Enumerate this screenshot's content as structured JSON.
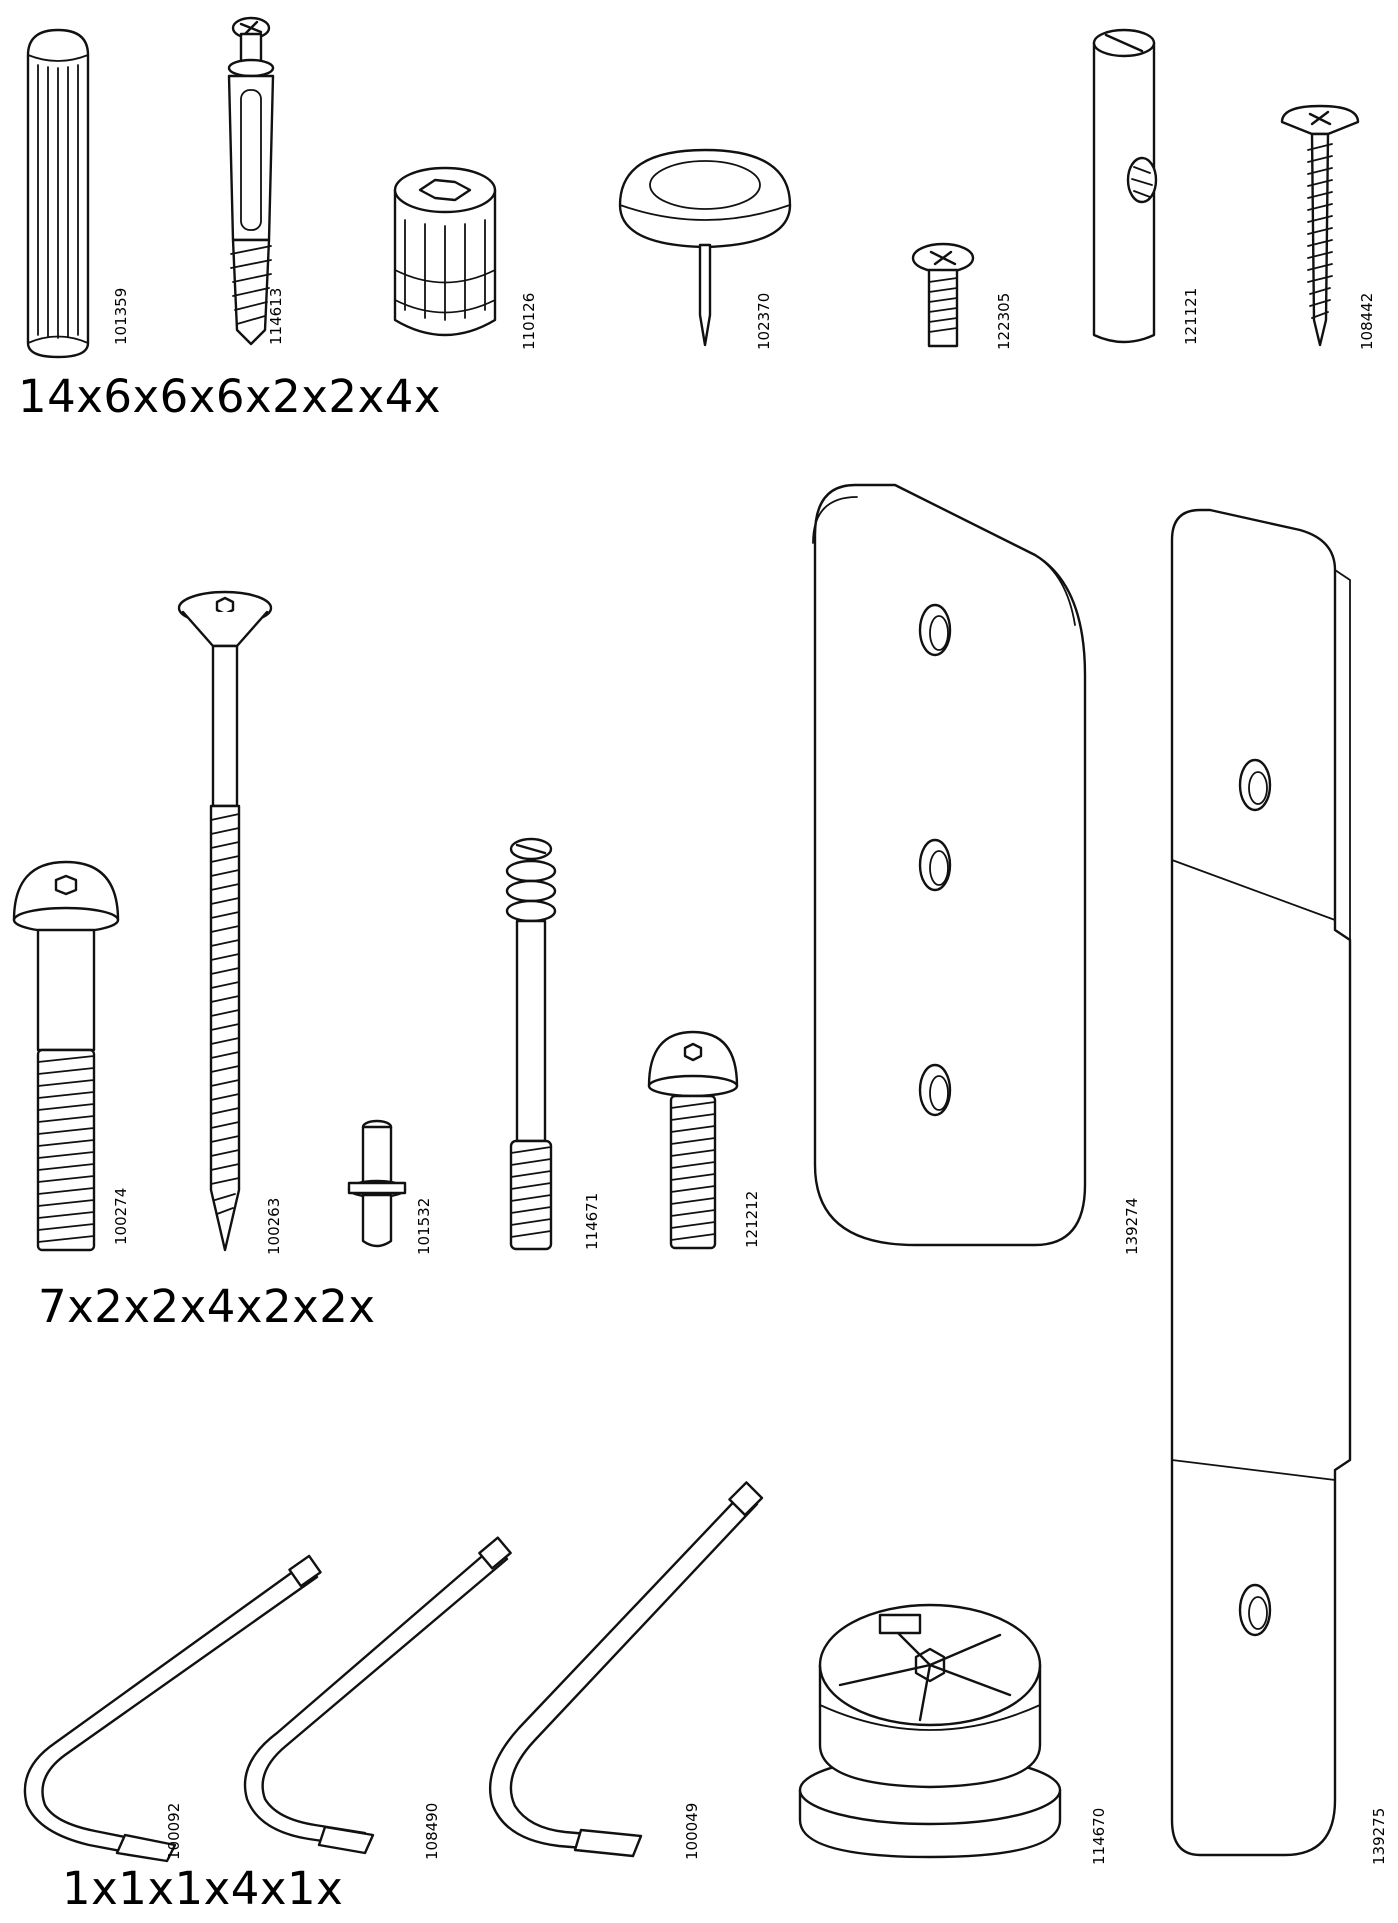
{
  "groups": [
    {
      "quantities": "14x6x6x6x2x2x4x",
      "parts": [
        {
          "code": "101359",
          "icon": "wooden-dowel"
        },
        {
          "code": "114613",
          "icon": "cam-lock-bolt"
        },
        {
          "code": "110126",
          "icon": "cam-lock-nut"
        },
        {
          "code": "102370",
          "icon": "glide-tack"
        },
        {
          "code": "122305",
          "icon": "short-machine-screw"
        },
        {
          "code": "121121",
          "icon": "barrel-nut"
        },
        {
          "code": "108442",
          "icon": "wood-screw"
        }
      ]
    },
    {
      "quantities": "7x2x2x4x2x2x",
      "parts": [
        {
          "code": "100274",
          "icon": "button-head-bolt"
        },
        {
          "code": "100263",
          "icon": "long-flat-head-bolt"
        },
        {
          "code": "101532",
          "icon": "shelf-pin"
        },
        {
          "code": "114671",
          "icon": "connector-bolt"
        },
        {
          "code": "121212",
          "icon": "short-button-head-bolt"
        },
        {
          "code": "139274",
          "icon": "three-hole-metal-plate"
        }
      ]
    },
    {
      "quantities": "1x1x1x4x1x",
      "parts": [
        {
          "code": "100092",
          "icon": "allen-key"
        },
        {
          "code": "108490",
          "icon": "allen-key"
        },
        {
          "code": "100049",
          "icon": "allen-key"
        },
        {
          "code": "114670",
          "icon": "large-cam-lock"
        },
        {
          "code": "139275",
          "icon": "long-metal-strap"
        }
      ]
    }
  ]
}
